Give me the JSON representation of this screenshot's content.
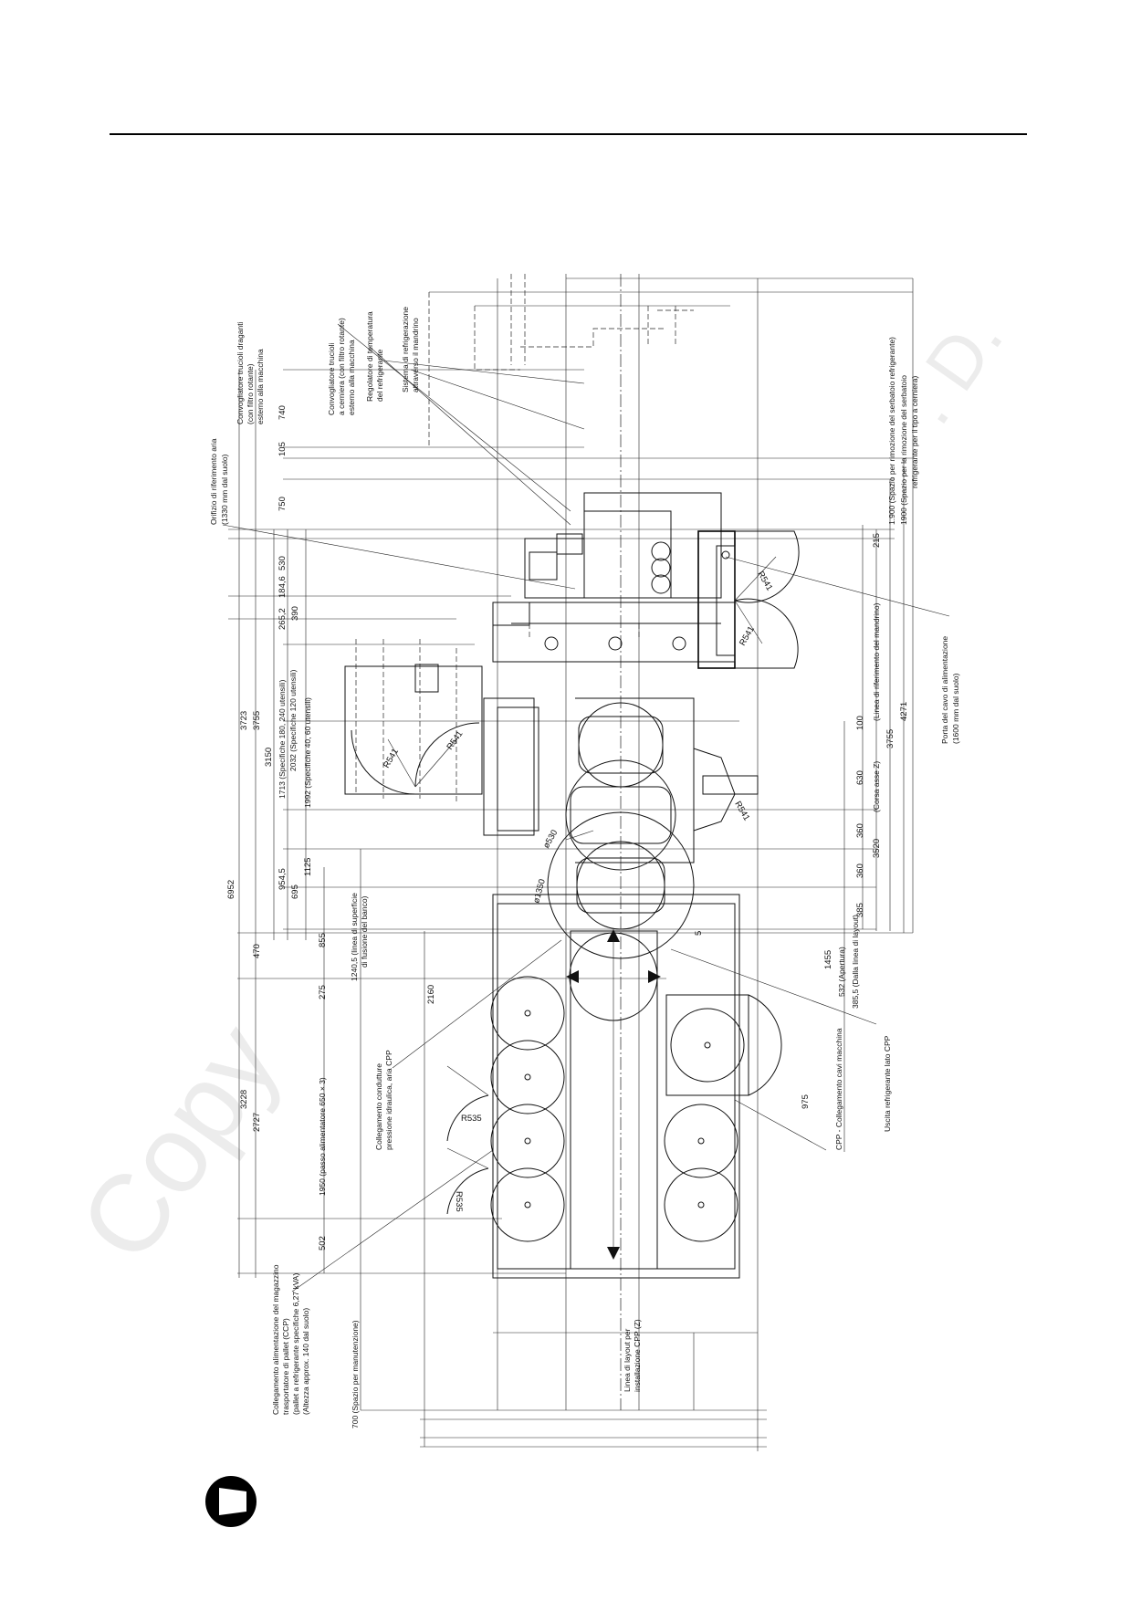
{
  "watermark": "Copy",
  "watermark_tail": ". D.",
  "labels": {
    "chip_conveyor_drag": [
      "Convogliatore trucioli draganti",
      "(con filtro rotante)",
      "esterno alla macchina"
    ],
    "chip_conveyor_hinge": [
      "Convogliatore trucioli",
      "a cerniera (con filtro rotante)",
      "esterno alla macchina"
    ],
    "coolant_temp_regulator": [
      "Regolatore di temperatura",
      "del refrigerante"
    ],
    "spindle_cooling": [
      "Sistema di refrigerazione",
      "attraverso il mandrino"
    ],
    "air_ref_orifice": [
      "Orifizio di riferimento aria",
      "(1330 mm dal suolo)"
    ],
    "tank_removal_space": "1.900 (Spazio per rimozione del serbatoio refrigerante)",
    "tank_removal_space_hinge": [
      "1900 (Spazio per la rimozione del serbatoio",
      "refrigerante per il tipo a cerniera)"
    ],
    "power_cable_port": [
      "Porta del cavo di alimentazione",
      "(1600 mm dal suolo)"
    ],
    "spindle_ref_line": "(Linea di riferimento del mandrino)",
    "z_stroke": "(Corsa asse Z)",
    "table_melt_line": [
      "1240,5 (linea di superficie",
      "di fusione del banco)"
    ],
    "hydraulic_conn": [
      "Collegamento condutture",
      "pressione idraulica, aria CPP"
    ],
    "magazine_power_conn": [
      "Collegamento alimentazione del magazzino",
      "trasportatore di pallet (CCP)",
      "(pallet a refrigerante specifiche 6,27 kVA)",
      "(Altezza approx. 140 dal suolo)"
    ],
    "maintenance_space": "700 (Spazio per manutenzione)",
    "layout_line_cpp": [
      "Linea di layout per",
      "installazione CPP (Z)"
    ],
    "cpp_cable_conn": "CPP - Collegamento cavi macchina",
    "cpp_coolant_out": "Uscita refrigerante lato CPP",
    "opening": "532 (Apertura)",
    "from_layout_line": "385,5 (Dalla linea di layout)",
    "magazine_pitch": "1950 (passo alimentatore 650 × 3)",
    "spec_180": "1713 (Specifiche 180, 240 utensili)",
    "spec_120": "2032 (Specifiche 120 utensili)",
    "spec_40": "1992 (Specifiche 40, 60 utensili)"
  },
  "dims": {
    "d740": "740",
    "d105": "105",
    "d750": "750",
    "d530": "530",
    "d265": "265,2",
    "d184": "184,6",
    "d390": "390",
    "d3723": "3723",
    "d3755a": "3755",
    "d3150": "3150",
    "d954": "954,5",
    "d695": "695",
    "d1125": "1125",
    "d6952": "6952",
    "d470": "470",
    "d855": "855",
    "d275": "275",
    "d2160": "2160",
    "d3228": "3228",
    "d2727": "2727",
    "d502": "502",
    "d215": "215",
    "d100": "100",
    "d630": "630",
    "d360a": "360",
    "d360b": "360",
    "d385": "385",
    "d3520": "3520",
    "d3755b": "3755",
    "d4271": "4271",
    "d1455": "1455",
    "d975": "975",
    "d5": "5"
  },
  "radii": {
    "r541a": "R541",
    "r541b": "R541",
    "r541c": "R541",
    "r541d": "R541",
    "r541e": "R541",
    "r650": "ø530",
    "r1350": "ø1350",
    "r535a": "R535",
    "r535b": "R535"
  }
}
